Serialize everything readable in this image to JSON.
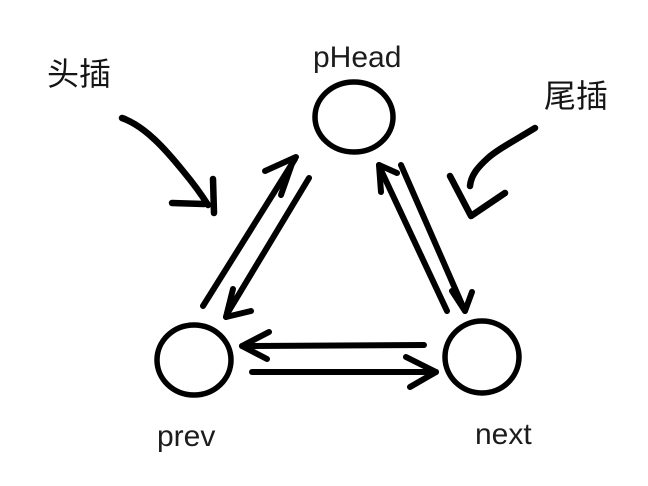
{
  "colors": {
    "background": "#ffffff",
    "ink": "#000000",
    "text": "#1c1c1c"
  },
  "nodes": {
    "phead": {
      "label": "pHead"
    },
    "prev": {
      "label": "prev"
    },
    "next": {
      "label": "next"
    }
  },
  "annotations": {
    "head_insert": {
      "label": "头插"
    },
    "tail_insert": {
      "label": "尾插"
    }
  },
  "edges": [
    {
      "from": "prev",
      "to": "pHead"
    },
    {
      "from": "pHead",
      "to": "prev"
    },
    {
      "from": "next",
      "to": "pHead"
    },
    {
      "from": "pHead",
      "to": "next"
    },
    {
      "from": "next",
      "to": "prev"
    },
    {
      "from": "prev",
      "to": "next"
    }
  ]
}
